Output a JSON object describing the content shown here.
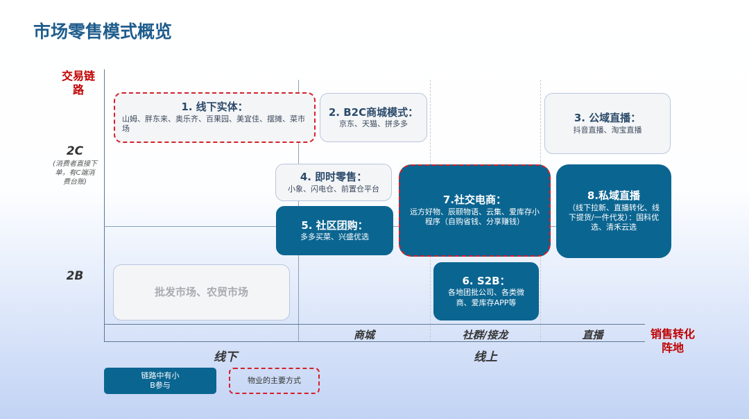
{
  "title": "市场零售模式概览",
  "y_axis": {
    "label": "交易链路",
    "tick_2c": "2C",
    "tick_2c_note": "(消费者直接下单，有C端消费台账)",
    "tick_2b": "2B"
  },
  "x_axis": {
    "label": "销售转化阵地",
    "offline": "线下",
    "online": "线上",
    "online_sub": [
      "商城",
      "社群/接龙",
      "直播"
    ]
  },
  "boxes": {
    "b1": {
      "title": "1. 线下实体：",
      "desc": "山姆、胖东来、奥乐齐、百果园、美宜佳、摆摊、菜市场"
    },
    "b2": {
      "title": "2. B2C商城模式：",
      "desc": "京东、天猫、拼多多"
    },
    "b3": {
      "title": "3. 公域直播：",
      "desc": "抖音直播、淘宝直播"
    },
    "b4": {
      "title": "4. 即时零售：",
      "desc": "小象、闪电仓、前置仓平台"
    },
    "b5": {
      "title": "5. 社区团购：",
      "desc": "多多买菜、兴盛优选"
    },
    "b6": {
      "title": "6. S2B：",
      "desc": "各地团批公司、各类微商、爱库存APP等"
    },
    "b7": {
      "title": "7.社交电商：",
      "desc": "远方好物、辰颐物语、云集、爱库存小程序（自购省钱、分享赚钱）"
    },
    "b8": {
      "title": "8.私域直播",
      "desc": "（线下拉新、直播转化、线下提货/一件代发）：国科优选、清禾云选"
    },
    "wholesale": {
      "desc": "批发市场、农贸市场"
    }
  },
  "legend": {
    "dark": "链路中有小B参与",
    "dashed": "物业的主要方式"
  }
}
